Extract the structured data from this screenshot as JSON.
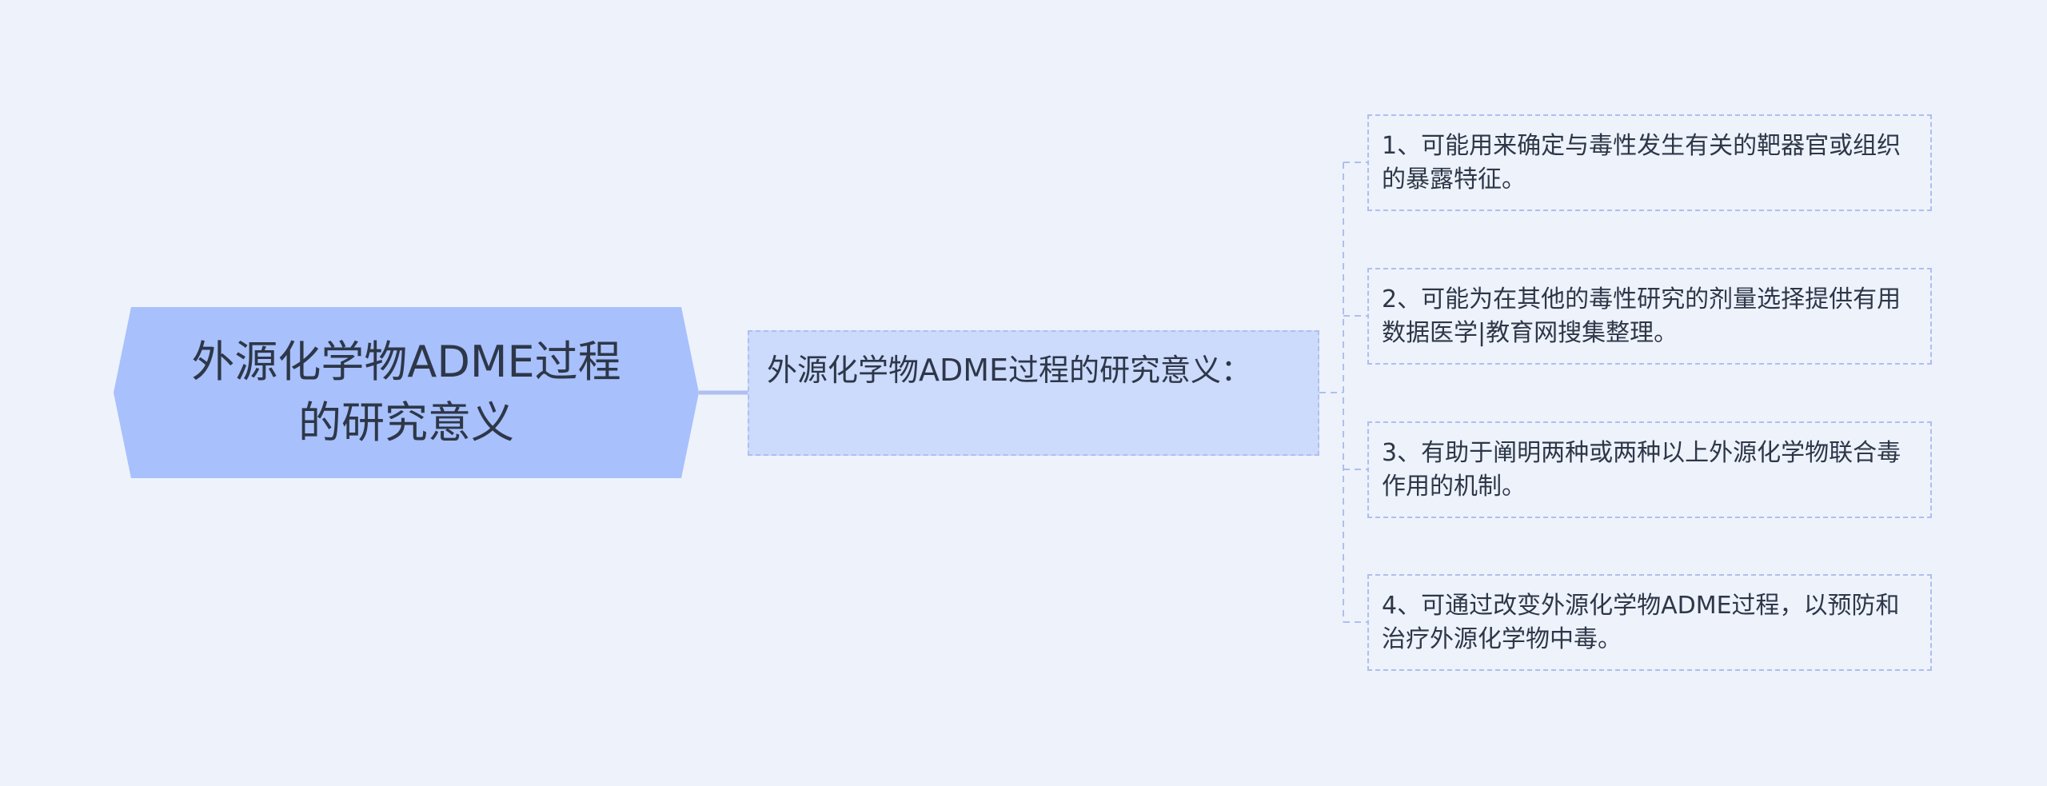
{
  "root": {
    "label": "外源化学物ADME过程的研究意义"
  },
  "branch": {
    "label": "外源化学物ADME过程的研究意义："
  },
  "leaves": [
    {
      "label": "1、可能用来确定与毒性发生有关的靶器官或组织的暴露特征。"
    },
    {
      "label": "2、可能为在其他的毒性研究的剂量选择提供有用数据医学|教育网搜集整理。"
    },
    {
      "label": "3、有助于阐明两种或两种以上外源化学物联合毒作用的机制。"
    },
    {
      "label": "4、可通过改变外源化学物ADME过程，以预防和治疗外源化学物中毒。"
    }
  ],
  "colors": {
    "background": "#eef2fb",
    "root_fill": "#a8c0fb",
    "branch_fill": "#ccdafc",
    "border_dashed": "#aebff0",
    "connector": "#aebff0",
    "text": "#2d3748"
  }
}
